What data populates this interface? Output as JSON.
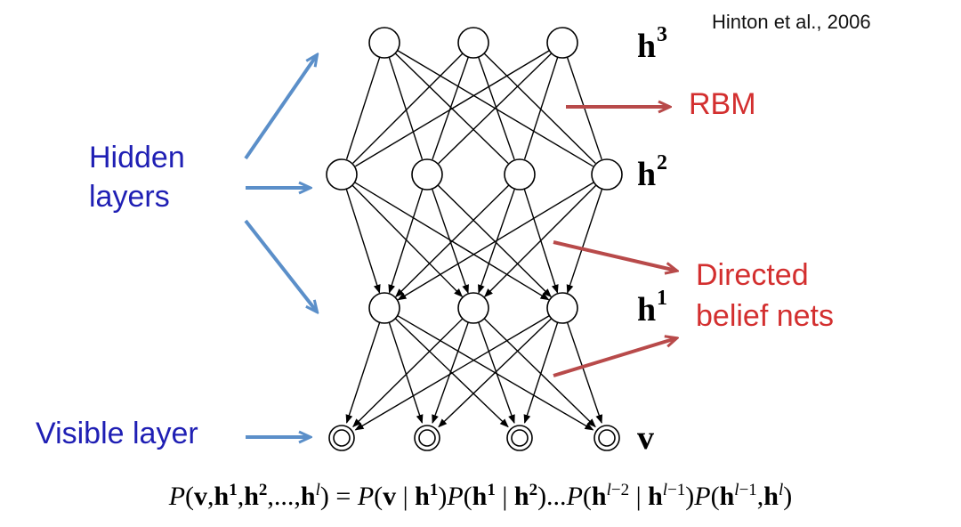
{
  "citation": "Hinton et al., 2006",
  "labels": {
    "hidden_line1": "Hidden",
    "hidden_line2": "layers",
    "visible": "Visible layer",
    "rbm": "RBM",
    "directed_line1": "Directed",
    "directed_line2": "belief nets"
  },
  "layers": [
    {
      "id": "h3",
      "name": "h",
      "superscript": "3",
      "nodes": 3,
      "node_style": "single"
    },
    {
      "id": "h2",
      "name": "h",
      "superscript": "2",
      "nodes": 4,
      "node_style": "single"
    },
    {
      "id": "h1",
      "name": "h",
      "superscript": "1",
      "nodes": 3,
      "node_style": "single"
    },
    {
      "id": "v",
      "name": "v",
      "superscript": "",
      "nodes": 4,
      "node_style": "double"
    }
  ],
  "connections": [
    {
      "from": "h3",
      "to": "h2",
      "type": "undirected"
    },
    {
      "from": "h2",
      "to": "h1",
      "type": "directed"
    },
    {
      "from": "h1",
      "to": "v",
      "type": "directed"
    }
  ],
  "formula": {
    "text": "P(v,h1,h2,...,hl) = P(v | h1)P(h1 | h2)...P(hl−2 | hl−1)P(hl−1,hl)"
  },
  "colors": {
    "blue_text": "#1f1fb4",
    "blue_arrow": "#5b8fc9",
    "red_text": "#d32f2f",
    "red_arrow": "#b84a4a"
  }
}
